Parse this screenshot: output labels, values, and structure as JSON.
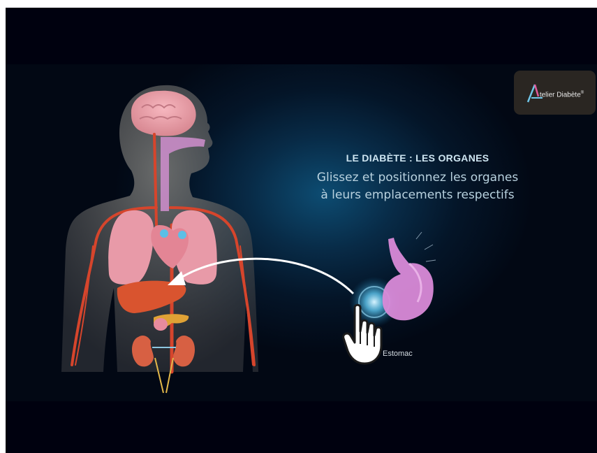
{
  "header": {
    "title": "LE DIABÈTE : LES ORGANES",
    "instruction_line1": "Glissez et positionnez les organes",
    "instruction_line2": "à leurs emplacements respectifs"
  },
  "logo": {
    "text": "telier Diabète",
    "mark": "®"
  },
  "organ": {
    "label": "Estomac"
  },
  "icons": [
    "logo-a-icon",
    "hand-pointer-icon",
    "drag-arrow-icon"
  ],
  "colors": {
    "background": "#00010f",
    "glow": "#0d4c72",
    "organs_pink": "#e89aa8",
    "arteries": "#d6452c"
  }
}
